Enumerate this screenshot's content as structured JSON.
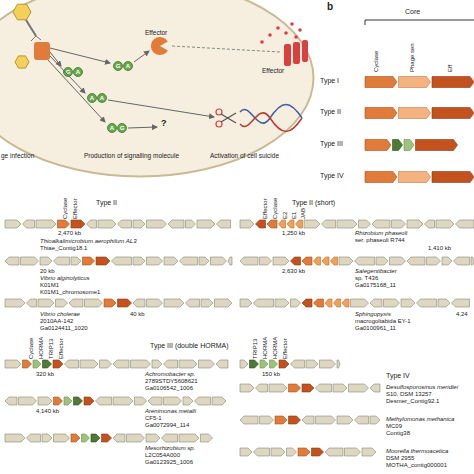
{
  "diagram": {
    "nodes": [
      {
        "text": [
          "Effector",
          "Effector",
          "?",
          "ge infection",
          "Production of signalling molecule",
          "Activation of cell suicide"
        ]
      },
      {
        "text": [
          "G"
        ],
        "in": 0
      },
      {
        "text": [
          "A"
        ],
        "in": 0
      },
      {
        "text": [
          "A"
        ],
        "in": 0
      },
      {
        "text": [
          "A"
        ],
        "in": 0
      },
      {
        "text": [
          "G"
        ],
        "in": 0
      },
      {
        "text": [
          "A"
        ],
        "in": 0
      },
      {
        "text": [
          "A"
        ],
        "in": 0
      },
      {
        "text": [
          "G"
        ],
        "in": 0
      }
    ],
    "labels": [
      "b",
      "Core",
      "Cyclase",
      "Phage sen",
      "Eff",
      "Type I",
      "Type II",
      "Type III",
      "Type IV",
      "Type II",
      "Cyclase",
      "Effector",
      "2,470 kb",
      "Thioalkalimicrobium aerophilum AL3",
      "Thiae_Contig18.1",
      "20 kb",
      "Vibrio alginolyticus",
      "K01M1",
      "K01M1_chromosome1",
      "40 kb",
      "Vibrio cholerae",
      "2010AA-142",
      "Ga0124411_1020",
      "Type II (short)",
      "Effector",
      "Cyclase",
      "E2",
      "E1",
      "JAB",
      "1,250 kb",
      "Rhizobium phaseoli",
      "ser. phaseoli R744",
      "1,410 kb",
      "Salegentibacter",
      "sp. T436",
      "Ga0175168_11",
      "2,630 kb",
      "Sphingopyxis",
      "macrogoltabida EY-1",
      "Ga0100961_11",
      "4,24",
      "Type III (double HORMA)",
      "Cyclase",
      "HORMA",
      "TRIP13",
      "Effector",
      "320 kb",
      "Achromobacter sp.",
      "2789STDY5608621",
      "Ga0106542_1006",
      "4,140 kb",
      "Arenimonas metalli",
      "CF5-1",
      "Ga0072994_114",
      "Mesorhizobium sp.",
      "L2C054A000",
      "Ga0123925_1006",
      "TRIP13",
      "HORMA",
      "HORMA",
      "Effector",
      "150 kb",
      "Type IV",
      "Desulfosporosinus meridiei",
      "S10, DSM 13257",
      "Desmer_Contig92.1",
      "Methylomonas methanica",
      "MC09",
      "Contig38",
      "Moorella thermoacetica",
      "DSM 2955",
      "MOTHA_contig000001"
    ]
  }
}
